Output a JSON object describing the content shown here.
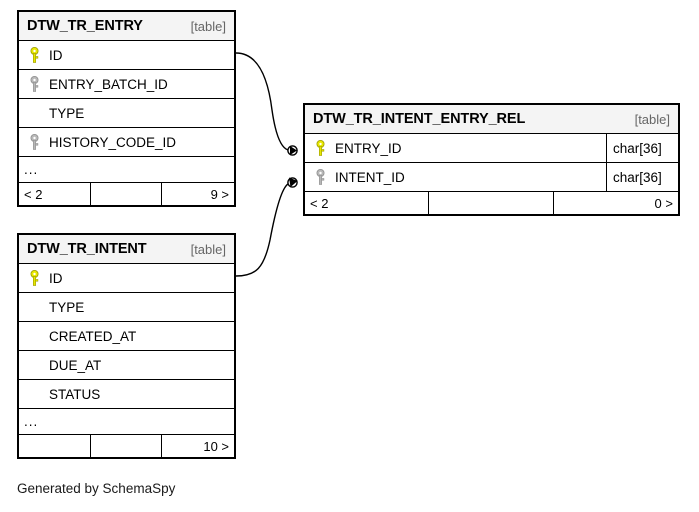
{
  "diagram": {
    "kind": "entity-relationship-diagram",
    "generator_note": "Generated by SchemaSpy",
    "table_type_label": "[table]",
    "ellipsis": "...",
    "icons": {
      "primary_key": "key-icon-primary",
      "foreign_key": "key-icon-foreign"
    },
    "colors": {
      "primary_key": "#e8e800",
      "foreign_key": "#b3b3b3",
      "header_background": "#f4f4f4",
      "border": "#000000",
      "type_label": "#666666"
    }
  },
  "tables": [
    {
      "id": "dtw_tr_entry",
      "name": "DTW_TR_ENTRY",
      "type_label": "[table]",
      "columns": [
        {
          "name": "ID",
          "key": "primary",
          "type": ""
        },
        {
          "name": "ENTRY_BATCH_ID",
          "key": "foreign",
          "type": ""
        },
        {
          "name": "TYPE",
          "key": "none",
          "type": ""
        },
        {
          "name": "HISTORY_CODE_ID",
          "key": "foreign",
          "type": ""
        }
      ],
      "has_ellipsis_row": true,
      "footer": {
        "left": "< 2",
        "middle": "",
        "right": "9 >"
      }
    },
    {
      "id": "dtw_tr_intent",
      "name": "DTW_TR_INTENT",
      "type_label": "[table]",
      "columns": [
        {
          "name": "ID",
          "key": "primary",
          "type": ""
        },
        {
          "name": "TYPE",
          "key": "none",
          "type": ""
        },
        {
          "name": "CREATED_AT",
          "key": "none",
          "type": ""
        },
        {
          "name": "DUE_AT",
          "key": "none",
          "type": ""
        },
        {
          "name": "STATUS",
          "key": "none",
          "type": ""
        }
      ],
      "has_ellipsis_row": true,
      "footer": {
        "left": "",
        "middle": "",
        "right": "10 >"
      }
    },
    {
      "id": "dtw_tr_intent_entry_rel",
      "name": "DTW_TR_INTENT_ENTRY_REL",
      "type_label": "[table]",
      "columns": [
        {
          "name": "ENTRY_ID",
          "key": "primary",
          "type": "char[36]"
        },
        {
          "name": "INTENT_ID",
          "key": "foreign",
          "type": "char[36]"
        }
      ],
      "has_ellipsis_row": false,
      "footer": {
        "left": "< 2",
        "middle": "",
        "right": "0 >"
      }
    }
  ],
  "relationships": [
    {
      "id": "entry-to-rel",
      "from_table": "DTW_TR_ENTRY",
      "from_column": "ID",
      "to_table": "DTW_TR_INTENT_ENTRY_REL",
      "to_column": "ENTRY_ID"
    },
    {
      "id": "intent-to-rel",
      "from_table": "DTW_TR_INTENT",
      "from_column": "ID",
      "to_table": "DTW_TR_INTENT_ENTRY_REL",
      "to_column": "INTENT_ID"
    }
  ],
  "credit": "Generated by SchemaSpy"
}
